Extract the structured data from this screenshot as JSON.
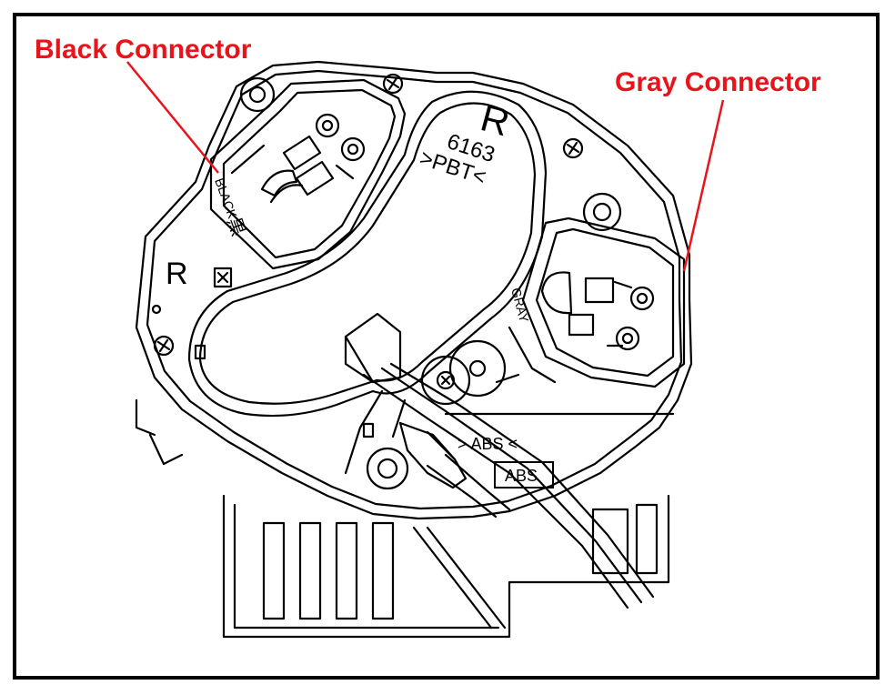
{
  "callouts": {
    "black": "Black Connector",
    "gray": "Gray Connector"
  },
  "housing_text": {
    "r_large": "R",
    "part_number": "6163",
    "material": ">PBT<",
    "r_left": "R",
    "black_label": "BLACK",
    "black_kanji": "黒",
    "gray_label": "GRAY",
    "abs_marking": "> ABS <",
    "abs_box": "ABS"
  },
  "colors": {
    "callout": "#e8141b",
    "line": "#000000",
    "frame": "#000000"
  }
}
